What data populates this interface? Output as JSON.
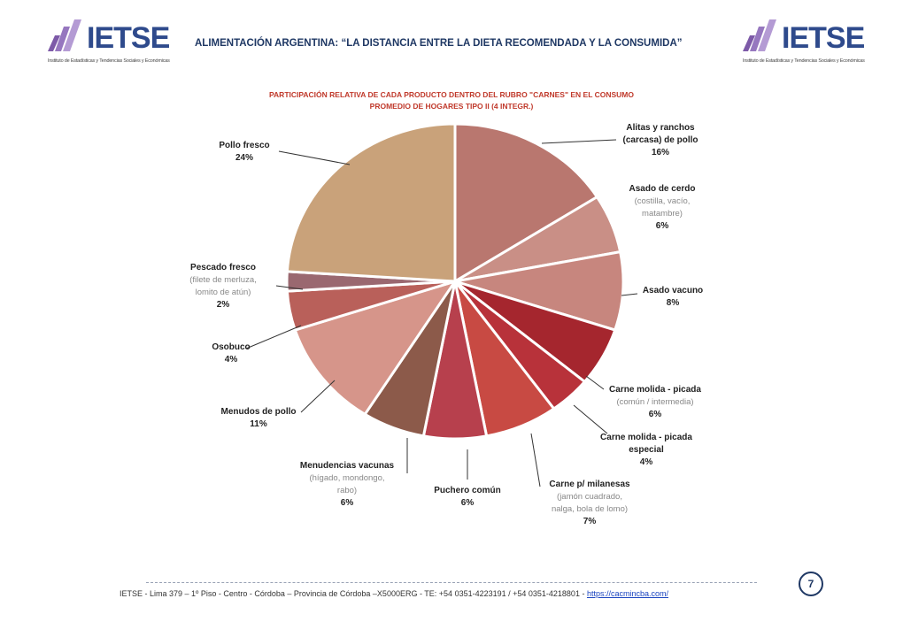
{
  "header": {
    "logo_text": "IETSE",
    "logo_tagline": "Instituto de Estadísticas y Tendencias Sociales y Económicas",
    "title": "ALIMENTACIÓN ARGENTINA: “LA DISTANCIA ENTRE LA DIETA RECOMENDADA Y LA CONSUMIDA”"
  },
  "chart_data": {
    "type": "pie",
    "title_line1": "PARTICIPACIÓN RELATIVA DE CADA PRODUCTO DENTRO DEL RUBRO \"CARNES\" EN EL CONSUMO",
    "title_line2": "PROMEDIO DE HOGARES TIPO II (4 INTEGR.)",
    "slices": [
      {
        "name": "Alitas y ranchos (carcasa) de pollo",
        "value": 16,
        "label": "16%"
      },
      {
        "name": "Asado de cerdo",
        "detail": "(costilla, vacío, matambre)",
        "value": 6,
        "label": "6%"
      },
      {
        "name": "Asado vacuno",
        "value": 8,
        "label": "8%"
      },
      {
        "name": "Carne molida - picada",
        "detail": "(común / intermedia)",
        "value": 6,
        "label": "6%"
      },
      {
        "name": "Carne molida - picada especial",
        "value": 4,
        "label": "4%"
      },
      {
        "name": "Carne p/ milanesas",
        "detail": "(jamón cuadrado, nalga, bola de lomo)",
        "value": 7,
        "label": "7%"
      },
      {
        "name": "Puchero común",
        "value": 6,
        "label": "6%"
      },
      {
        "name": "Menudencias vacunas",
        "detail": "(hígado, mondongo, rabo)",
        "value": 6,
        "label": "6%"
      },
      {
        "name": "Menudos de pollo",
        "value": 11,
        "label": "11%"
      },
      {
        "name": "Osobuco",
        "value": 4,
        "label": "4%"
      },
      {
        "name": "Pescado fresco",
        "detail": "(filete de merluza, lomito de atún)",
        "value": 2,
        "label": "2%"
      },
      {
        "name": "Pollo fresco",
        "value": 24,
        "label": "24%"
      }
    ],
    "colors": [
      "#b9776f",
      "#c98f86",
      "#c7867e",
      "#a5262e",
      "#b8323a",
      "#c84a43",
      "#b7404d",
      "#8c5a4a",
      "#d6958a",
      "#b9605a",
      "#9a6870",
      "#c9a27a"
    ]
  },
  "labels": {
    "alitas": {
      "name1": "Alitas y ranchos",
      "name2": "(carcasa) de pollo",
      "pct": "16%"
    },
    "cerdo": {
      "name": "Asado de cerdo",
      "d1": "(costilla, vacío,",
      "d2": "matambre)",
      "pct": "6%"
    },
    "vacuno": {
      "name": "Asado vacuno",
      "pct": "8%"
    },
    "molida": {
      "name": "Carne molida - picada",
      "d1": "(común / intermedia)",
      "pct": "6%"
    },
    "molida_esp": {
      "name1": "Carne molida - picada",
      "name2": "especial",
      "pct": "4%"
    },
    "milanesas": {
      "name": "Carne p/ milanesas",
      "d1": "(jamón cuadrado,",
      "d2": "nalga, bola de lomo)",
      "pct": "7%"
    },
    "puchero": {
      "name": "Puchero común",
      "pct": "6%"
    },
    "menudencias": {
      "name": "Menudencias vacunas",
      "d1": "(hígado, mondongo,",
      "d2": "rabo)",
      "pct": "6%"
    },
    "menudos": {
      "name": "Menudos de pollo",
      "pct": "11%"
    },
    "osobuco": {
      "name": "Osobuco",
      "pct": "4%"
    },
    "pescado": {
      "name": "Pescado fresco",
      "d1": "(filete de merluza,",
      "d2": "lomito de atún)",
      "pct": "2%"
    },
    "pollo": {
      "name": "Pollo fresco",
      "pct": "24%"
    }
  },
  "footer": {
    "text": "IETSE - Lima 379 – 1º Piso - Centro - Córdoba – Provincia de Córdoba –X5000ERG - TE: +54 0351-4223191 / +54 0351-4218801 -",
    "link": "https://cacmincba.com/",
    "page": "7"
  }
}
